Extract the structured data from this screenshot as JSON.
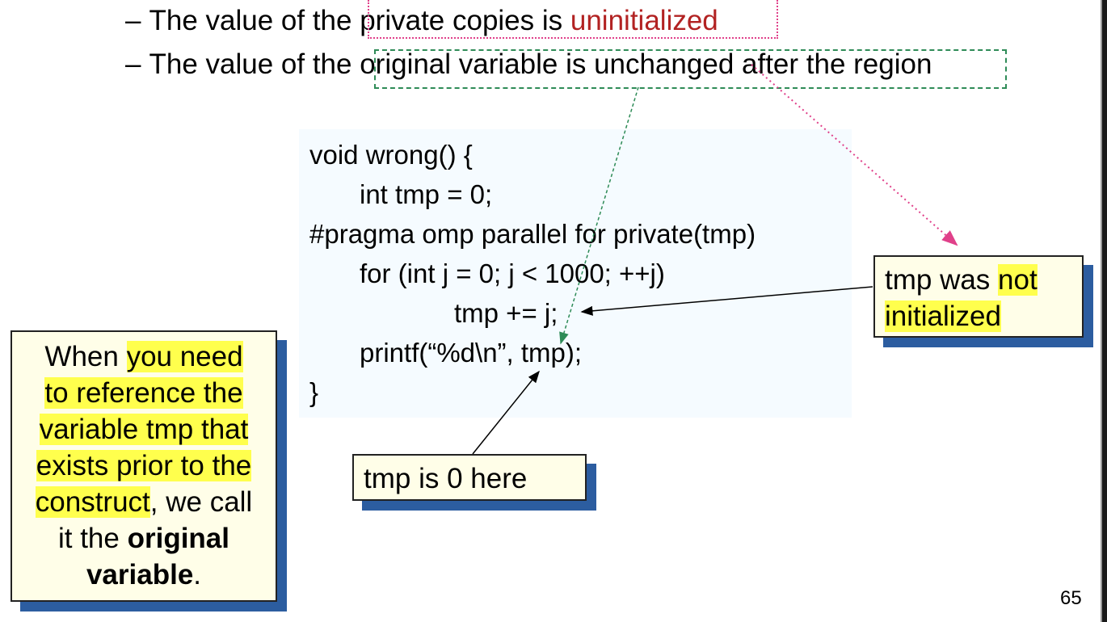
{
  "bullets": [
    {
      "prefix": "The value of the ",
      "boxed_plain": "private copies is ",
      "boxed_red": "uninitialized",
      "red_color": "#b22222"
    },
    {
      "prefix": "The value of the ",
      "boxed_plain": "original variable is unchanged after the region"
    }
  ],
  "bullet_dash": "–",
  "code": {
    "lines": [
      "void wrong() {",
      "int tmp = 0;",
      "#pragma omp parallel for private(tmp)",
      "for (int j = 0; j < 1000; ++j)",
      "tmp += j;",
      "printf(“%d\\n”, tmp);",
      "}"
    ]
  },
  "callouts": {
    "not_initialized": {
      "plain": "tmp was ",
      "highlight1": "not",
      "highlight2": "initialized"
    },
    "is_zero": {
      "text": "tmp is 0 here"
    },
    "original_variable": {
      "w1": "When ",
      "h1": "you need",
      "h2": "to reference the",
      "h3": "variable tmp that",
      "h4": "exists prior to the",
      "h5": "construct",
      "p5": ", we call",
      "p6": "it the ",
      "b6": "original",
      "b7": "variable",
      "p7": "."
    }
  },
  "colors": {
    "highlight": "#ffff4d",
    "shadow": "#2c5da0",
    "callout_bg": "#fffee8",
    "pink": "#e0408a",
    "green": "#2e8b57"
  },
  "page_number": "65"
}
